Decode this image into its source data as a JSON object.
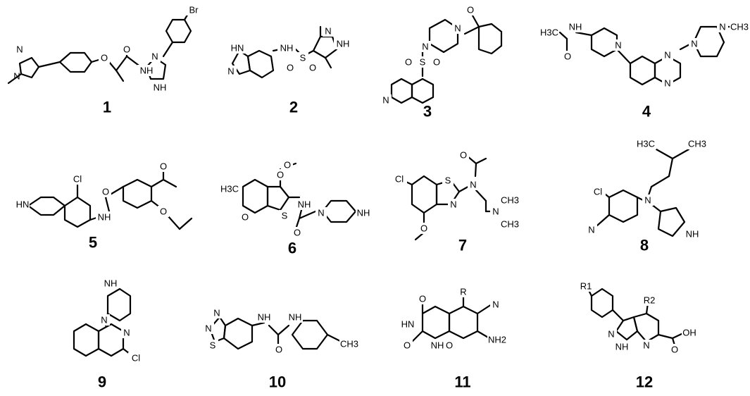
{
  "compounds": [
    {
      "number": "1",
      "labels": [
        "N",
        "N",
        "O",
        "O",
        "NH",
        "N",
        "NH",
        "Br"
      ]
    },
    {
      "number": "2",
      "labels": [
        "HN",
        "N",
        "NH",
        "S",
        "O",
        "O",
        "N",
        "NH"
      ]
    },
    {
      "number": "3",
      "labels": [
        "O",
        "N",
        "N",
        "S",
        "O",
        "O",
        "N"
      ]
    },
    {
      "number": "4",
      "labels": [
        "H3C",
        "NH",
        "O",
        "N",
        "N",
        "N",
        "N",
        "N",
        "CH3"
      ]
    },
    {
      "number": "5",
      "labels": [
        "Cl",
        "HN",
        "O",
        "NH",
        "O",
        "O"
      ]
    },
    {
      "number": "6",
      "labels": [
        "O",
        "O",
        "H3C",
        "O",
        "S",
        "NH",
        "O",
        "N",
        "NH"
      ]
    },
    {
      "number": "7",
      "labels": [
        "O",
        "Cl",
        "S",
        "N",
        "N",
        "N",
        "CH3",
        "CH3",
        "O"
      ]
    },
    {
      "number": "8",
      "labels": [
        "H3C",
        "CH3",
        "Cl",
        "N",
        "N",
        "NH"
      ]
    },
    {
      "number": "9",
      "labels": [
        "NH",
        "N",
        "N",
        "Cl"
      ]
    },
    {
      "number": "10",
      "labels": [
        "N",
        "N",
        "S",
        "NH",
        "NH",
        "O",
        "CH3"
      ]
    },
    {
      "number": "11",
      "labels": [
        "O",
        "R",
        "HN",
        "N",
        "O",
        "NH",
        "O",
        "NH2"
      ]
    },
    {
      "number": "12",
      "labels": [
        "R1",
        "R2",
        "N",
        "NH",
        "N",
        "O",
        "OH"
      ]
    }
  ]
}
